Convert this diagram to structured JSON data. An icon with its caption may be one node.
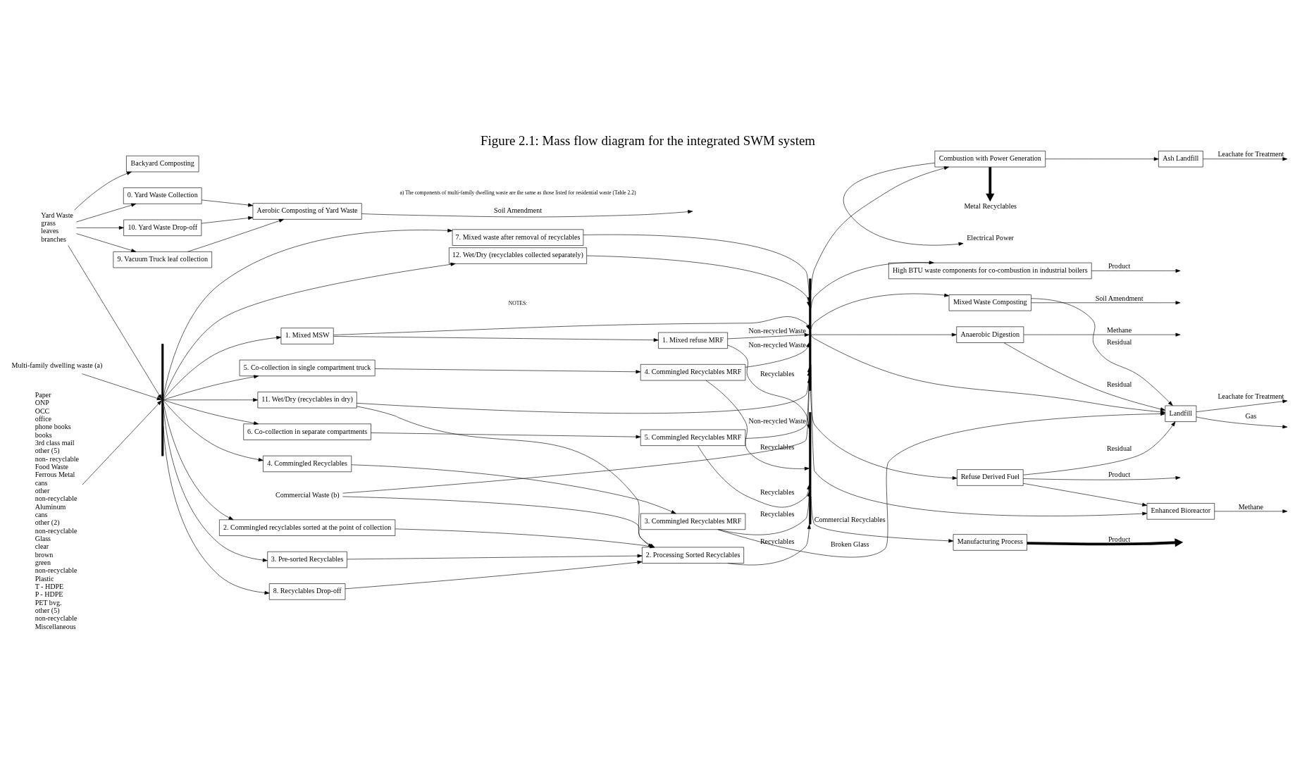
{
  "diagram": {
    "title": "Figure 2.1: Mass flow diagram for the integrated SWM system",
    "nodes": [
      {
        "text": [
          "Yard Waste",
          "grass",
          "leaves",
          "branches"
        ]
      },
      {
        "text": [
          "Paper",
          "ONP",
          "OCC",
          "office",
          "phone books",
          "books",
          "3rd class mail",
          "other (5)",
          "non- recyclable",
          "Food Waste",
          "Ferrous Metal",
          "cans",
          "other",
          "non-recyclable",
          "Aluminum",
          "cans",
          "other (2)",
          "non-recyclable",
          "Glass",
          "clear",
          "brown",
          "green",
          "non-recyclable",
          "Plastic",
          "T - HDPE",
          "P - HDPE",
          "PET bvg.",
          "other (5)",
          "non-recyclable",
          "Miscellaneous"
        ]
      },
      {
        "text": [
          "Multi-family dwelling waste (a)"
        ]
      },
      {
        "text": [
          "Commercial Waste (b)"
        ]
      },
      {
        "text": [
          "10. Yard Waste Drop-off"
        ]
      },
      {
        "text": [
          "9. Vacuum Truck leaf collection"
        ]
      },
      {
        "text": [
          "0. Yard Waste Collection"
        ]
      },
      {
        "text": [
          "1. Mixed MSW"
        ]
      },
      {
        "text": [
          "2. Commingled recyclables sorted at the point of collection"
        ]
      },
      {
        "text": [
          "3. Pre-sorted Recyclables"
        ]
      },
      {
        "text": [
          "4. Commingled Recyclables"
        ]
      },
      {
        "text": [
          "5. Co-collection in single compartment truck"
        ]
      },
      {
        "text": [
          "6. Co-collection in separate compartments"
        ]
      },
      {
        "text": [
          "7. Mixed waste after removal of recyclables"
        ]
      },
      {
        "text": [
          "8. Recyclables Drop-off"
        ]
      },
      {
        "text": [
          "11. Wet/Dry (recyclables in dry)"
        ]
      },
      {
        "text": [
          "12. Wet/Dry (recyclables collected separately)"
        ]
      },
      {
        "text": [
          "1. Mixed refuse MRF"
        ]
      },
      {
        "text": [
          "2. Processing Sorted Recyclables"
        ]
      },
      {
        "text": [
          "3. Commingled Recyclables MRF"
        ]
      },
      {
        "text": [
          "4. Commingled Recyclables MRF"
        ]
      },
      {
        "text": [
          "5. Commingled Recyclables MRF"
        ]
      },
      {
        "text": [
          "Backyard Composting"
        ]
      },
      {
        "text": [
          "Aerobic Composting of Yard Waste"
        ]
      },
      {
        "text": [
          "Mixed Waste Composting"
        ]
      },
      {
        "text": [
          "Anaerobic Digestion"
        ]
      },
      {
        "text": [
          "Combustion with Power Generation"
        ]
      },
      {
        "text": [
          "Refuse Derived Fuel"
        ]
      },
      {
        "text": [
          "High BTU waste components for co-combustion in industrial boilers"
        ]
      },
      {
        "text": [
          "Manufacturing Process"
        ]
      },
      {
        "text": [
          "Landfill"
        ]
      },
      {
        "text": [
          "Ash Landfill"
        ]
      },
      {
        "text": [
          "Enhanced Bioreactor"
        ]
      },
      {
        "text": [],
        "shape": "bar"
      },
      {
        "text": [],
        "shape": "bar"
      },
      {
        "text": [],
        "shape": "bar"
      },
      {
        "text": [
          "Electrical Power"
        ]
      },
      {
        "text": [
          "Metal Recyclables"
        ]
      }
    ],
    "edges": [
      {
        "from": 0,
        "to": 22,
        "arrow": "to"
      },
      {
        "from": 0,
        "to": 4,
        "arrow": "to"
      },
      {
        "from": 0,
        "to": 5,
        "arrow": "to"
      },
      {
        "from": 0,
        "to": 6,
        "arrow": "to"
      },
      {
        "from": 0,
        "to": 33,
        "arrow": "to"
      },
      {
        "from": 1,
        "to": 33,
        "arrow": "to"
      },
      {
        "from": 2,
        "to": 33,
        "arrow": "to"
      },
      {
        "from": 33,
        "to": 7,
        "arrow": "to"
      },
      {
        "from": 33,
        "to": 8,
        "arrow": "to"
      },
      {
        "from": 33,
        "to": 9,
        "arrow": "to"
      },
      {
        "from": 33,
        "to": 10,
        "arrow": "to"
      },
      {
        "from": 33,
        "to": 11,
        "arrow": "to"
      },
      {
        "from": 33,
        "to": 12,
        "arrow": "to"
      },
      {
        "from": 33,
        "to": 13,
        "arrow": "to"
      },
      {
        "from": 33,
        "to": 14,
        "arrow": "to"
      },
      {
        "from": 33,
        "to": 15,
        "arrow": "to"
      },
      {
        "from": 33,
        "to": 16,
        "arrow": "to"
      },
      {
        "from": 4,
        "to": 23,
        "arrow": "to"
      },
      {
        "from": 5,
        "to": 23,
        "arrow": "to"
      },
      {
        "from": 6,
        "to": 23,
        "arrow": "to"
      },
      {
        "from": 7,
        "to": 17,
        "arrow": "to"
      },
      {
        "from": 7,
        "to": 35,
        "arrow": "to"
      },
      {
        "from": 8,
        "to": 18,
        "arrow": "to"
      },
      {
        "from": 9,
        "to": 18,
        "arrow": "to"
      },
      {
        "from": 10,
        "to": 19,
        "arrow": "to"
      },
      {
        "from": 11,
        "to": 20,
        "arrow": "to"
      },
      {
        "from": 12,
        "to": 21,
        "arrow": "to"
      },
      {
        "from": 13,
        "to": 35,
        "arrow": "to"
      },
      {
        "from": 14,
        "to": 18,
        "arrow": "to"
      },
      {
        "from": 15,
        "to": 18,
        "arrow": "to"
      },
      {
        "from": 15,
        "to": 35,
        "arrow": "to"
      },
      {
        "from": 16,
        "to": 35,
        "arrow": "to"
      },
      {
        "from": 3,
        "to": 18,
        "arrow": "to"
      },
      {
        "from": 3,
        "to": 35,
        "arrow": "to"
      },
      {
        "from": 17,
        "to": 35,
        "arrow": "to",
        "label": "Non-recycled Waste"
      },
      {
        "from": 17,
        "to": 34,
        "arrow": "to",
        "label": "Recyclables"
      },
      {
        "from": 18,
        "to": 34,
        "arrow": "to",
        "label": "Recyclables"
      },
      {
        "from": 19,
        "to": 30,
        "arrow": "to",
        "label": "Broken Glass"
      },
      {
        "from": 19,
        "to": 34,
        "arrow": "to",
        "label": "Recyclables"
      },
      {
        "from": 20,
        "to": 35,
        "arrow": "to",
        "label": "Non-recycled Waste"
      },
      {
        "from": 20,
        "to": 34,
        "arrow": "to",
        "label": "Recyclables"
      },
      {
        "from": 21,
        "to": 35,
        "arrow": "to",
        "label": "Non-recycled Waste"
      },
      {
        "from": 21,
        "to": 34,
        "arrow": "to",
        "label": "Recyclables"
      },
      {
        "from": 34,
        "to": 29,
        "arrow": "to",
        "label": "Commercial Recyclables"
      },
      {
        "from": 35,
        "to": 24,
        "arrow": "to"
      },
      {
        "from": 35,
        "to": 25,
        "arrow": "to"
      },
      {
        "from": 35,
        "to": 30,
        "arrow": "to"
      },
      {
        "from": 35,
        "to": 26,
        "arrow": "to"
      },
      {
        "from": 35,
        "to": 32,
        "arrow": "to"
      },
      {
        "from": 35,
        "to": 27,
        "arrow": "to"
      },
      {
        "from": 35,
        "to": 28,
        "arrow": "to"
      },
      {
        "from": 23,
        "to": null,
        "arrow": "to",
        "label": "Soil Amendment"
      },
      {
        "from": 24,
        "to": null,
        "arrow": "to",
        "label": "Soil Amendment"
      },
      {
        "from": 24,
        "to": 30,
        "arrow": "to",
        "label": "Residual"
      },
      {
        "from": 25,
        "to": null,
        "arrow": "to",
        "label": "Methane"
      },
      {
        "from": 25,
        "to": 30,
        "arrow": "to",
        "label": "Residual"
      },
      {
        "from": 26,
        "to": 36,
        "arrow": "to"
      },
      {
        "from": 26,
        "to": 37,
        "arrow": "to",
        "style": "thick"
      },
      {
        "from": 26,
        "to": 31,
        "arrow": "to"
      },
      {
        "from": 27,
        "to": 30,
        "arrow": "to",
        "label": "Residual"
      },
      {
        "from": 27,
        "to": 32,
        "arrow": "to"
      },
      {
        "from": 27,
        "to": null,
        "arrow": "to",
        "label": "Product"
      },
      {
        "from": 28,
        "to": null,
        "arrow": "to",
        "label": "Product"
      },
      {
        "from": 29,
        "to": null,
        "arrow": "to",
        "label": "Product",
        "style": "thick"
      },
      {
        "from": 30,
        "to": null,
        "arrow": "to",
        "label": "Gas"
      },
      {
        "from": 30,
        "to": null,
        "arrow": "to",
        "label": "Leachate for Treatment"
      },
      {
        "from": 31,
        "to": null,
        "arrow": "to",
        "label": "Leachate for Treatment"
      },
      {
        "from": 32,
        "to": null,
        "arrow": "to",
        "label": "Methane"
      }
    ],
    "labels": [
      "NOTES:",
      "a) The components of multi-family dwelling waste are the same as those listed for residential waste (Table 2.2)"
    ]
  }
}
